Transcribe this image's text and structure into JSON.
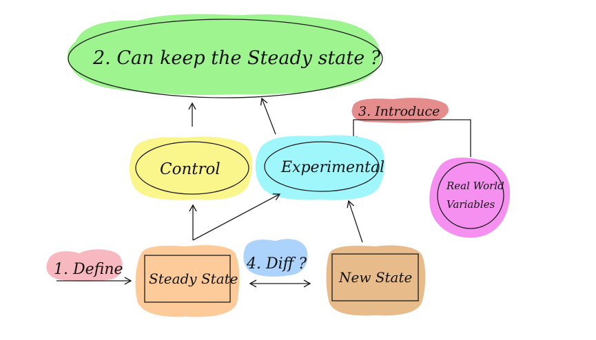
{
  "colors": {
    "goal_fill": "#9ef590",
    "control_fill": "#fbf68c",
    "experimental_fill": "#9ff7fb",
    "introduce_fill": "#e58d8d",
    "real_world_fill": "#f58ff0",
    "define_fill": "#f8b8bf",
    "steady_state_fill": "#fdcb9a",
    "diff_fill": "#acd3fb",
    "new_state_fill": "#e8bb8a",
    "stroke": "#1a1a1a"
  },
  "nodes": {
    "goal": {
      "label": "2. Can keep the Steady state ?",
      "shape": "ellipse"
    },
    "control": {
      "label": "Control",
      "shape": "ellipse"
    },
    "experimental": {
      "label": "Experimental",
      "shape": "ellipse"
    },
    "real_world": {
      "label_line1": "Real World",
      "label_line2": "Variables",
      "shape": "circle"
    },
    "steady_state": {
      "label": "Steady State",
      "shape": "rectangle"
    },
    "new_state": {
      "label": "New State",
      "shape": "rectangle"
    }
  },
  "annotations": {
    "define": "1. Define",
    "introduce": "3. Introduce",
    "diff": "4. Diff ?"
  },
  "edges": [
    {
      "from": "define",
      "to": "steady_state",
      "type": "arrow"
    },
    {
      "from": "steady_state",
      "to": "control",
      "type": "arrow"
    },
    {
      "from": "steady_state",
      "to": "experimental",
      "type": "arrow"
    },
    {
      "from": "new_state",
      "to": "experimental",
      "type": "arrow"
    },
    {
      "from": "control",
      "to": "goal",
      "type": "arrow"
    },
    {
      "from": "experimental",
      "to": "goal",
      "type": "arrow"
    },
    {
      "from": "real_world",
      "to": "experimental",
      "type": "elbow-arrow",
      "label": "3. Introduce"
    },
    {
      "from": "steady_state",
      "to": "new_state",
      "type": "double-arrow",
      "label": "4. Diff ?"
    }
  ]
}
